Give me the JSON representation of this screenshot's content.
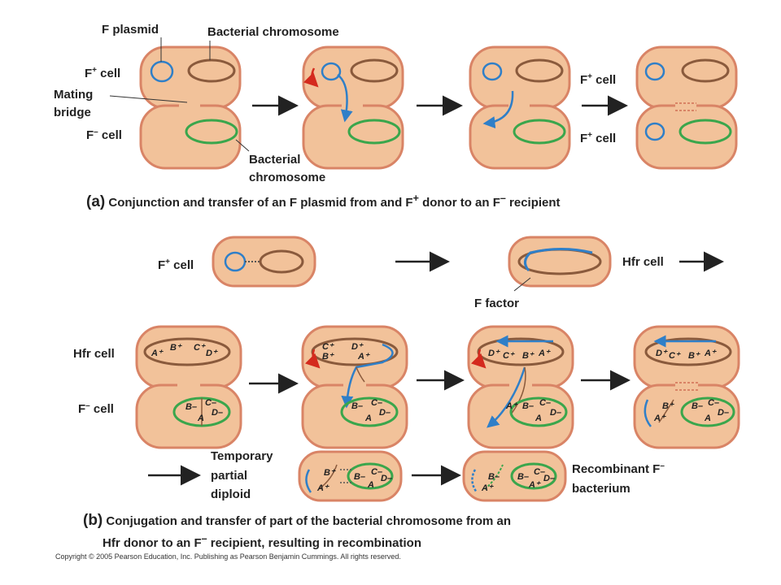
{
  "labels": {
    "f_plasmid": "F plasmid",
    "bacterial_chromosome_top": "Bacterial chromosome",
    "f_plus_cell": "F",
    "plus": "+",
    "minus": "–",
    "cell_word": " cell",
    "mating": "Mating",
    "bridge": "bridge",
    "bacterial": "Bacterial",
    "chromosome": "chromosome",
    "hfr_cell": "Hfr cell",
    "f_factor": "F factor",
    "temporary": "Temporary",
    "partial": "partial",
    "diploid": "diploid",
    "recombinant": "Recombinant F",
    "bacterium": "bacterium"
  },
  "captions": {
    "a_tag": "(a)",
    "a_text_1": " Conjunction and transfer of an F plasmid from and F",
    "a_text_2": " donor to an F",
    "a_text_3": " recipient",
    "b_tag": "(b)",
    "b_line1": " Conjugation and transfer of part of the bacterial chromosome from an",
    "b_line2_1": "Hfr donor to an F",
    "b_line2_2": " recipient, resulting in recombination"
  },
  "genes": [
    "A+",
    "B+",
    "C+",
    "D+",
    "A",
    "B–",
    "C–",
    "D–"
  ],
  "copyright": "Copyright © 2005 Pearson Education, Inc. Publishing as Pearson Benjamin Cummings. All rights reserved.",
  "colors": {
    "cell_fill": "#f2c29a",
    "cell_outline": "#d98466",
    "chromosome_brown": "#8a5a3c",
    "plasmid_blue": "#2f7fc8",
    "recipient_green": "#3aa64c",
    "arrow_red": "#d42a1e",
    "arrow_black": "#222222"
  }
}
